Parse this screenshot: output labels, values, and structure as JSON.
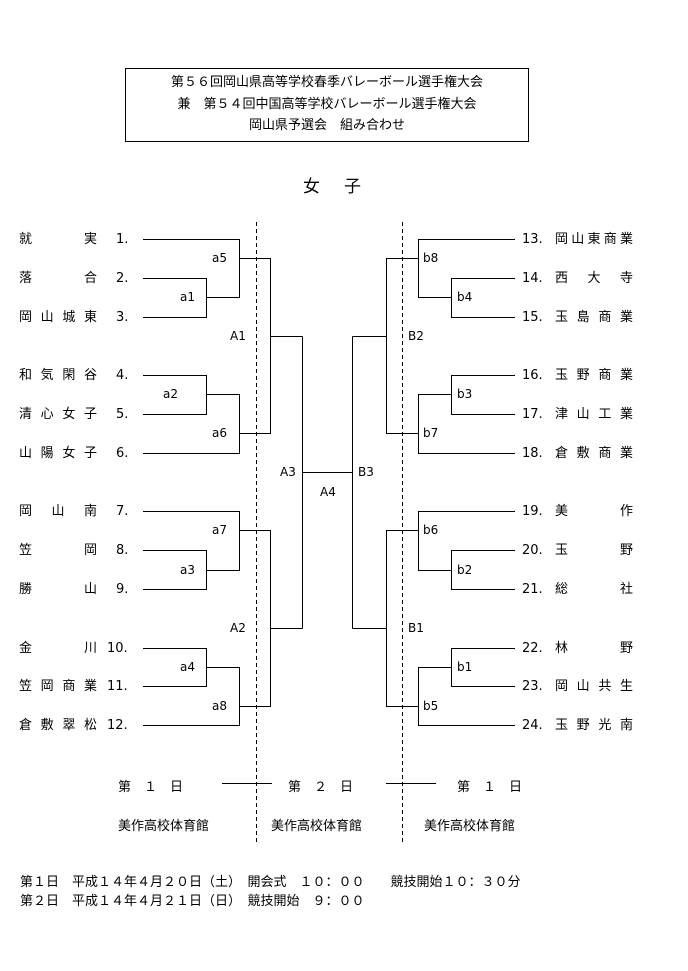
{
  "title": {
    "line1": "第５６回岡山県高等学校春季バレーボール選手権大会",
    "line2": "兼　第５４回中国高等学校バレーボール選手権大会",
    "line3": "岡山県予選会　組み合わせ"
  },
  "heading": "女子",
  "left_teams": [
    {
      "name": "就実",
      "num": "1."
    },
    {
      "name": "落合",
      "num": "2."
    },
    {
      "name": "岡山城東",
      "num": "3."
    },
    {
      "name": "和気閑谷",
      "num": "4."
    },
    {
      "name": "清心女子",
      "num": "5."
    },
    {
      "name": "山陽女子",
      "num": "6."
    },
    {
      "name": "岡山南",
      "num": "7."
    },
    {
      "name": "笠岡",
      "num": "8."
    },
    {
      "name": "勝山",
      "num": "9."
    },
    {
      "name": "金川",
      "num": "10."
    },
    {
      "name": "笠岡商業",
      "num": "11."
    },
    {
      "name": "倉敷翠松",
      "num": "12."
    }
  ],
  "right_teams": [
    {
      "name": "岡山東商業",
      "num": "13."
    },
    {
      "name": "西大寺",
      "num": "14."
    },
    {
      "name": "玉島商業",
      "num": "15."
    },
    {
      "name": "玉野商業",
      "num": "16."
    },
    {
      "name": "津山工業",
      "num": "17."
    },
    {
      "name": "倉敷商業",
      "num": "18."
    },
    {
      "name": "美作",
      "num": "19."
    },
    {
      "name": "玉野",
      "num": "20."
    },
    {
      "name": "総社",
      "num": "21."
    },
    {
      "name": "林野",
      "num": "22."
    },
    {
      "name": "岡山共生",
      "num": "23."
    },
    {
      "name": "玉野光南",
      "num": "24."
    }
  ],
  "match_labels": {
    "a1": "a1",
    "a2": "a2",
    "a3": "a3",
    "a4": "a4",
    "a5": "a5",
    "a6": "a6",
    "a7": "a7",
    "a8": "a8",
    "b1": "b1",
    "b2": "b2",
    "b3": "b3",
    "b4": "b4",
    "b5": "b5",
    "b6": "b6",
    "b7": "b7",
    "b8": "b8",
    "A1": "A1",
    "A2": "A2",
    "A3": "A3",
    "A4": "A4",
    "B1": "B1",
    "B2": "B2",
    "B3": "B3"
  },
  "days": {
    "left": "第　１　日",
    "center": "第　２　日",
    "right": "第　１　日"
  },
  "venues": {
    "left": "美作高校体育館",
    "center": "美作高校体育館",
    "right": "美作高校体育館"
  },
  "footer": {
    "line1": "第１日　平成１４年４月２０日（土）　開会式　１０：００　　競技開始１０：３０分",
    "line2": "第２日　平成１４年４月２１日（日）　競技開始　９：００"
  }
}
